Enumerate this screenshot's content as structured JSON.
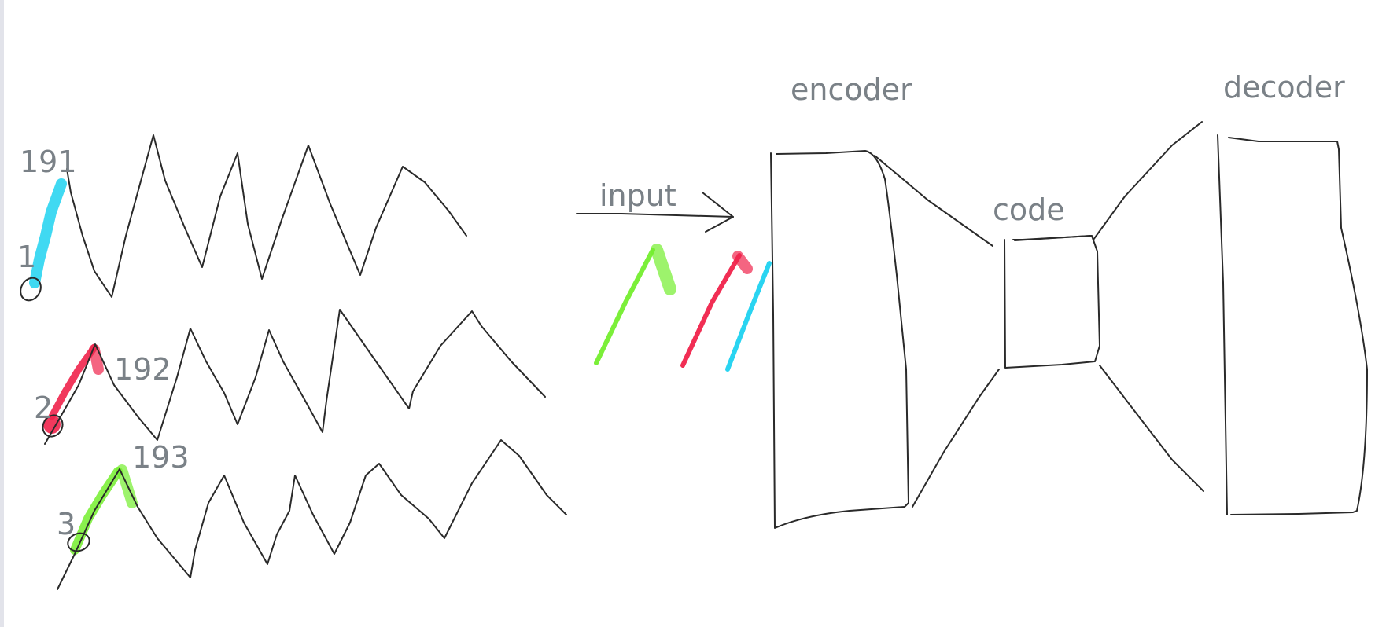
{
  "labels": {
    "encoder": "encoder",
    "decoder": "decoder",
    "code": "code",
    "input": "input",
    "wave1_index": "1",
    "wave1_value": "191",
    "wave2_index": "2",
    "wave2_value": "192",
    "wave3_index": "3",
    "wave3_value": "193"
  },
  "colors": {
    "ink": "#2a2a2a",
    "label": "#7a8187",
    "highlight_cyan": "#1ed2f0",
    "highlight_red": "#f0234b",
    "highlight_green": "#74ee2e"
  }
}
